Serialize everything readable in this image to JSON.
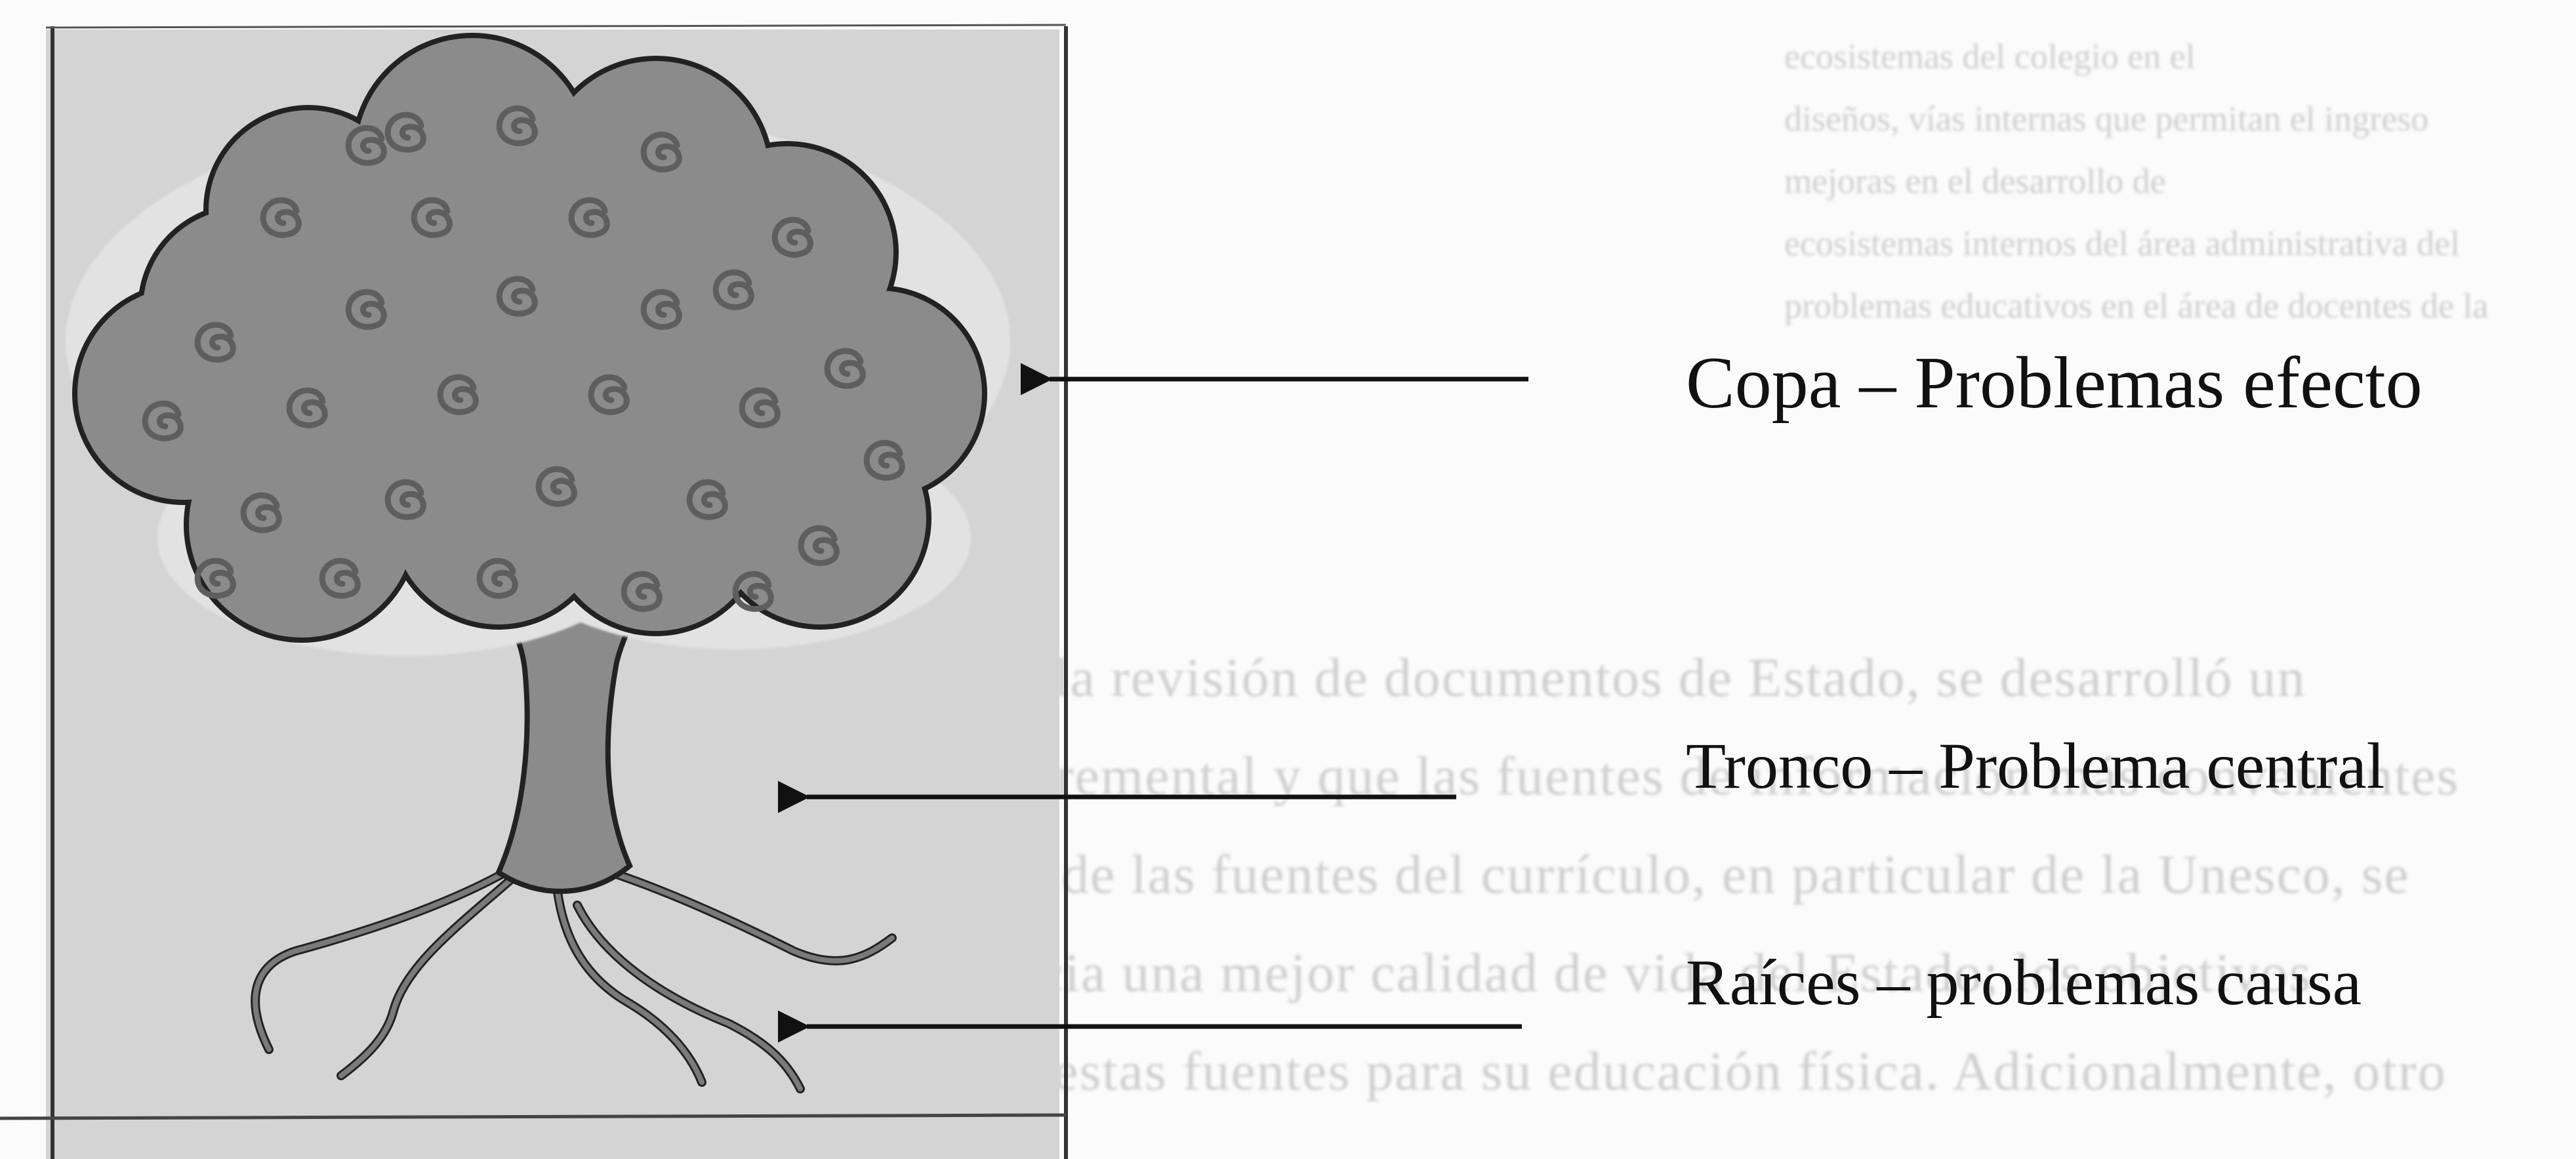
{
  "labels": {
    "copa": "Copa – Problemas efecto",
    "tronco": "Tronco – Problema central",
    "raices": "Raíces – problemas causa"
  },
  "background_text": {
    "upper_lines": [
      "ecosistemas del colegio en el",
      "diseños, vías internas que permitan el ingreso",
      "mejoras en el desarrollo de",
      "ecosistemas internos del área administrativa del",
      "problemas educativos en el área de docentes de la"
    ],
    "lower_lines": [
      "de la revisión de documentos de Estado, se desarrolló un",
      "incremental y que las fuentes de información más convenientes",
      "desde las fuentes del currículo, en particular de la Unesco, se",
      "hacia una mejor calidad de vida del Estado; los objetivos",
      "de estas fuentes para su educación física. Adicionalmente, otro"
    ]
  },
  "colors": {
    "text": "#111111",
    "tree_fill": "#8b8b8b",
    "tree_outline": "#222222",
    "frame_background": "#d4d4d4",
    "arrow": "#111111"
  },
  "icons": {
    "tree": "tree-illustration",
    "arrow": "left-arrow"
  }
}
